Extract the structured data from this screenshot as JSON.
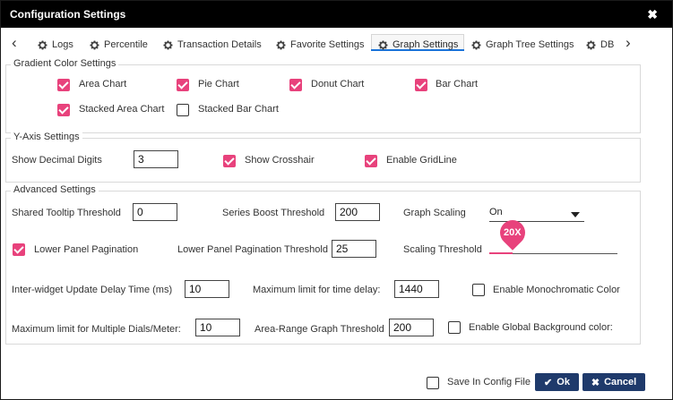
{
  "title": "Configuration Settings",
  "close_glyph": "✖",
  "tabs": [
    {
      "label": "Logs",
      "icon": "gear-icon"
    },
    {
      "label": "Percentile",
      "icon": "gear-icon"
    },
    {
      "label": "Transaction Details",
      "icon": "gear-icon"
    },
    {
      "label": "Favorite Settings",
      "icon": "gear-icon"
    },
    {
      "label": "Graph Settings",
      "icon": "gear-icon",
      "active": true
    },
    {
      "label": "Graph Tree Settings",
      "icon": "gear-icon"
    },
    {
      "label": "DB",
      "icon": "gear-icon"
    }
  ],
  "nav": {
    "prev": "‹",
    "next": "›"
  },
  "gradient": {
    "legend": "Gradient Color Settings",
    "items": [
      {
        "label": "Area Chart",
        "checked": true
      },
      {
        "label": "Pie Chart",
        "checked": true
      },
      {
        "label": "Donut Chart",
        "checked": true
      },
      {
        "label": "Bar Chart",
        "checked": true
      },
      {
        "label": "Stacked Area Chart",
        "checked": true
      },
      {
        "label": "Stacked Bar Chart",
        "checked": false
      }
    ]
  },
  "yaxis": {
    "legend": "Y-Axis Settings",
    "decimal_label": "Show Decimal Digits",
    "decimal_value": "3",
    "crosshair_label": "Show Crosshair",
    "crosshair_checked": true,
    "gridline_label": "Enable GridLine",
    "gridline_checked": true
  },
  "advanced": {
    "legend": "Advanced Settings",
    "tooltip_label": "Shared Tooltip Threshold",
    "tooltip_value": "0",
    "boost_label": "Series Boost Threshold",
    "boost_value": "200",
    "scaling_label": "Graph Scaling",
    "scaling_value": "On",
    "lower_pagination_label": "Lower Panel Pagination",
    "lower_pagination_checked": true,
    "lower_threshold_label": "Lower Panel Pagination Threshold",
    "lower_threshold_value": "25",
    "scaling_threshold_label": "Scaling Threshold",
    "scaling_threshold_value": "20X",
    "scaling_threshold_fraction": 0.18,
    "delay_label": "Inter-widget Update Delay Time (ms)",
    "delay_value": "10",
    "max_delay_label": "Maximum limit for time delay:",
    "max_delay_value": "1440",
    "monochrome_label": "Enable Monochromatic Color",
    "monochrome_checked": false,
    "dials_label": "Maximum limit for Multiple Dials/Meter:",
    "dials_value": "10",
    "arearange_label": "Area-Range Graph Threshold",
    "arearange_value": "200",
    "globalbg_label": "Enable Global Background color:",
    "globalbg_checked": false
  },
  "footer": {
    "save_label": "Save In Config File",
    "save_checked": false,
    "ok_label": "Ok",
    "cancel_label": "Cancel"
  },
  "colors": {
    "accent": "#e8427c",
    "button": "#1f3a6b",
    "titlebar": "#000000",
    "tab_underline": "#1a73d9"
  }
}
